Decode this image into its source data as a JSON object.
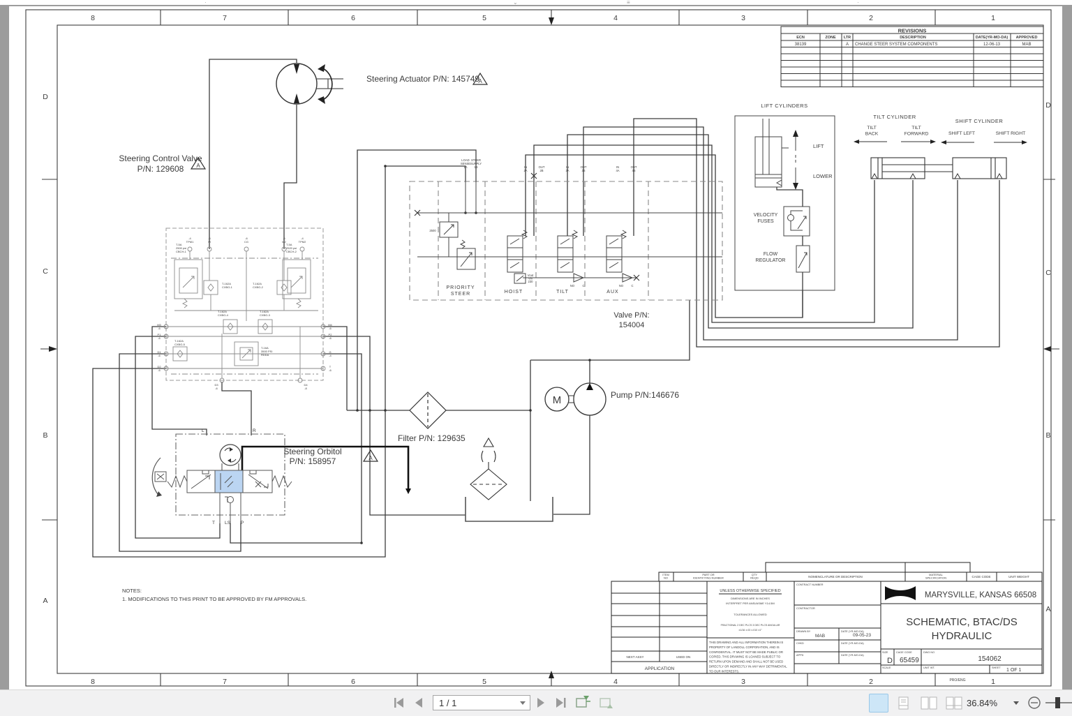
{
  "chrome": {
    "page_indicator": "1 / 1",
    "zoom_level": "36.84%"
  },
  "frame": {
    "zones": [
      "8",
      "7",
      "6",
      "5",
      "4",
      "3",
      "2",
      "1"
    ],
    "rows": [
      "D",
      "C",
      "B",
      "A"
    ],
    "proeng": "PRO/ENG"
  },
  "revisions": {
    "title": "REVISIONS",
    "h_ecn": "ECN",
    "h_zone": "ZONE",
    "h_ltr": "LTR",
    "h_desc": "DESCRIPTION",
    "h_date": "DATE(YR-MO-DA)",
    "h_appr": "APPROVED",
    "row": {
      "ecn": "38139",
      "zone": "",
      "ltr": "A",
      "desc": "CHANGE STEER SYSTEM COMPONENTS",
      "date": "12-06-13",
      "appr": "MAB"
    }
  },
  "labels": {
    "steering_actuator": "Steering Actuator P/N: 145749",
    "scv1": "Steering Control Valve",
    "scv2": "P/N: 129608",
    "valve_pn1": "Valve P/N:",
    "valve_pn2": "154004",
    "pump": "Pump P/N:146676",
    "filter": "Filter P/N: 129635",
    "orbitol1": "Steering Orbitol",
    "orbitol2": "P/N: 158957",
    "flag": "A",
    "lift_cylinders": "LIFT CYLINDERS",
    "tilt_cylinder": "TILT CYLINDER",
    "shift_cylinder": "SHIFT CYLINDER",
    "tilt_back": [
      "TILT",
      "BACK"
    ],
    "tilt_forward": [
      "TILT",
      "FORWARD"
    ],
    "shift_left": "SHIFT LEFT",
    "shift_right": "SHIFT RIGHT",
    "lift": "LIFT",
    "lower": "LOWER",
    "velocity_fuses": [
      "VELOCITY",
      "FUSES"
    ],
    "flow_regulator": [
      "FLOW",
      "REGULATOR"
    ],
    "priority_steer": [
      "PRIORITY",
      "STEER"
    ],
    "hoist": "HOIST",
    "tilt": "TILT",
    "aux": "AUX",
    "relief_2500": "2500",
    "no1": "NO",
    "c1": "C",
    "no2": "NO",
    "c2": "C",
    "notes1": "NOTES:",
    "notes2": "1. MODIFICATIONS TO THIS PRINT TO BE APPROVED BY FM APPROVALS."
  },
  "vports": {
    "p1": [
      "LOAD",
      "SENSE",
      "1A"
    ],
    "p2": [
      "STEER",
      "SUPPLY",
      "1B"
    ],
    "p3": [
      "IN",
      "2A"
    ],
    "p4": [
      "OUT",
      "2B"
    ],
    "p5": [
      "IN",
      "3A"
    ],
    "p6": [
      "OUT",
      "3B"
    ],
    "p7": [
      "IN",
      "4A"
    ],
    "p8": [
      "OUT",
      "4B"
    ],
    "comp": [
      "Vout",
      "Vin",
      "230"
    ]
  },
  "cv": {
    "t1": [
      "-4",
      "TPM1"
    ],
    "t2": [
      "-6",
      "M"
    ],
    "t3": [
      "-6",
      "CG"
    ],
    "t4": [
      "-6",
      "M2"
    ],
    "t5": [
      "-4",
      "TPM2"
    ],
    "relief_l": [
      "T-5A",
      "2500 psi",
      "CBCH-1"
    ],
    "relief_r": [
      "T-5A",
      "2520 psi",
      "CBCH-2"
    ],
    "cxbg1": [
      "T-162A",
      "CXBG-1"
    ],
    "cxbg2": [
      "T-162A",
      "CXBG-2"
    ],
    "cxbg3": [
      "T-162A",
      "CXBG-3"
    ],
    "cxbg4": [
      "T-162A",
      "CXBG-4"
    ],
    "cxbg5": [
      "T-162A",
      "CXBG-5"
    ],
    "rdda": [
      "T-16A",
      "3500 PSI",
      "RDDA"
    ],
    "l1": [
      "M3",
      "-6"
    ],
    "l2": [
      "P1",
      "-6"
    ],
    "l3": [
      "D1",
      "-6"
    ],
    "l4": [
      "D2",
      "-6"
    ],
    "r1": [
      "M4",
      "-6"
    ],
    "r2": [
      "P2",
      "-6"
    ],
    "r3": [
      "G",
      "-4"
    ],
    "r4": [
      "T",
      "-6"
    ],
    "b1": [
      "D3",
      "-6"
    ],
    "b2": [
      "D4",
      "-8"
    ]
  },
  "orb": {
    "L": "L",
    "R": "R",
    "T": "T",
    "LS": "LS",
    "P": "P"
  },
  "tb": {
    "item_no": [
      "ITEM",
      "NO"
    ],
    "part_no": [
      "PART OR",
      "IDENTIFYING NUMBER"
    ],
    "qty": [
      "QTY",
      "REQD"
    ],
    "nomenclature": "NOMENCLATURE OR DESCRIPTION",
    "material": [
      "MATERIAL",
      "SPECIFICATION"
    ],
    "cage_code_h": "CAGE CODE",
    "unit_weight": "UNIT WEIGHT",
    "next_assy": "NEXT ASSY",
    "used_on": "USED ON",
    "application": "APPLICATION",
    "unless": "UNLESS OTHERWISE SPECIFIED",
    "dims": "DIMENSIONS ARE IN INCHES",
    "interpret": "INTERPRET PER ANSI/ASME Y14.5M",
    "tolerances": "TOLERANCES ALLOWED",
    "tol_head": "FRACTIONAL    2 DEC PLCS    3 DEC PLCS    ANGULAR",
    "tol_vals": "±1/16        ±.03         ±.010        ±1°",
    "legal": [
      "THIS DRAWING AND ALL INFORMATION THEREIN IS",
      "PROPERTY OF LANDOLL CORPORATION, AND IS",
      "CONFIDENTIAL. IT MUST NOT BE MADE PUBLIC OR",
      "COPIED.  THIS DRAWING IS LOANED SUBJECT TO",
      "RETURN UPON DEMAND AND SHALL NOT BE USED",
      "DIRECTLY OR INDIRECTLY IN ANY WAY DETRIMENTAL",
      "TO OUR INTERESTS."
    ],
    "contract_number": "CONTRACT NUMBER",
    "contractor": "CONTRACTOR",
    "drawn_by": "DRAWN BY",
    "drawn_by_val": "MAB",
    "date_lbl1": "DATE (YR-MO-DA)",
    "drawn_date": "09-05-23",
    "chkd": "CHKD",
    "date_lbl2": "DATE (YR-MO-DA)",
    "appd": "APPD",
    "date_lbl3": "DATE (YR-MO-DA)",
    "company": "MARYSVILLE, KANSAS  66508",
    "title1": "SCHEMATIC, BTAC/DS",
    "title2": "HYDRAULIC",
    "size_lbl": "SIZE",
    "size_val": "D",
    "cage_lbl": "CAGE CODE",
    "cage_val": "65459",
    "dwg_lbl": "DWG NO",
    "dwg_val": "154062",
    "scale_lbl": "SCALE",
    "unitwt_lbl": "UNIT WT.",
    "sheet_lbl": "SHEET",
    "sheet_val": "1 OF 1"
  }
}
